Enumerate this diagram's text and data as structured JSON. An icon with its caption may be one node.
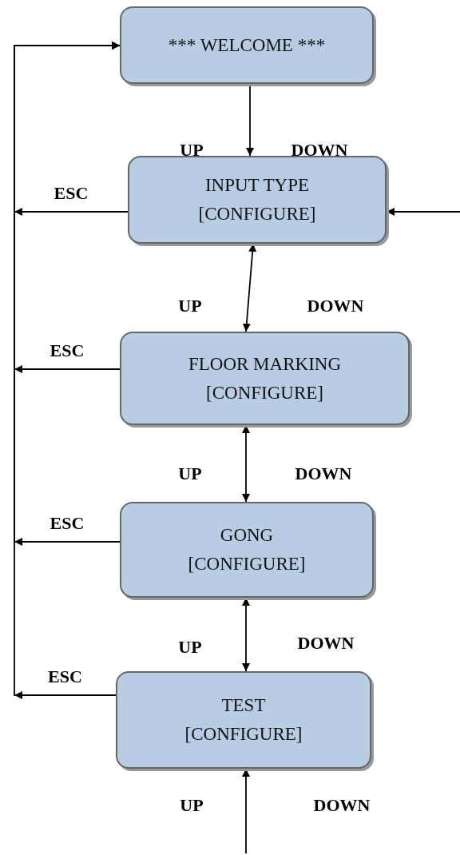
{
  "diagram": {
    "nodes": [
      {
        "text": [
          "*** WELCOME ***"
        ]
      },
      {
        "text": [
          "INPUT TYPE",
          "[CONFIGURE]"
        ]
      },
      {
        "text": [
          "FLOOR MARKING",
          "[CONFIGURE]"
        ]
      },
      {
        "text": [
          "GONG",
          "[CONFIGURE]"
        ]
      },
      {
        "text": [
          "TEST",
          "[CONFIGURE]"
        ]
      }
    ],
    "edges": [
      {
        "from": 0,
        "to": 1,
        "arrow": "to"
      },
      {
        "from": 1,
        "to": 2,
        "arrow": "both"
      },
      {
        "from": 2,
        "to": 3,
        "arrow": "both"
      },
      {
        "from": 3,
        "to": 4,
        "arrow": "both"
      },
      {
        "from": null,
        "to": 4,
        "arrow": "to"
      },
      {
        "from": null,
        "to": 1,
        "arrow": "to"
      },
      {
        "from": 1,
        "to": 0,
        "arrow": "to",
        "label": "ESC"
      },
      {
        "from": 2,
        "to": 0,
        "arrow": "to",
        "label": "ESC"
      },
      {
        "from": 3,
        "to": 0,
        "arrow": "to",
        "label": "ESC"
      },
      {
        "from": 4,
        "to": 0,
        "arrow": "to",
        "label": "ESC"
      }
    ],
    "labels": [
      "UP",
      "DOWN",
      "UP",
      "DOWN",
      "UP",
      "DOWN",
      "UP",
      "DOWN",
      "UP",
      "DOWN"
    ]
  }
}
